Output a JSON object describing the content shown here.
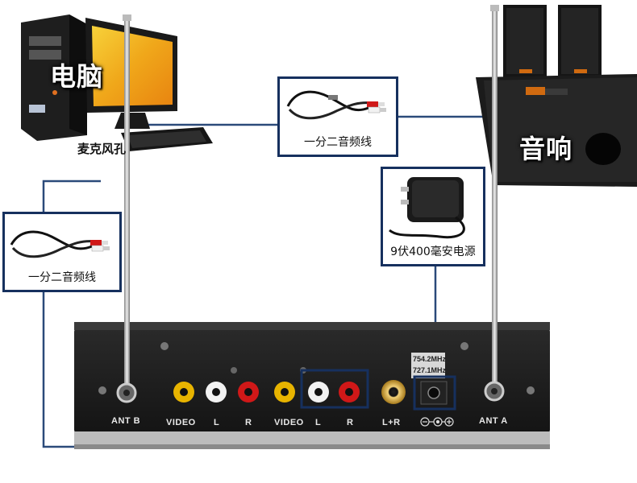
{
  "labels": {
    "computer": "电脑",
    "speaker": "音响",
    "mic_jack": "麦克风孔",
    "cable_top": "一分二音频线",
    "cable_left": "一分二音频线",
    "power_adapter": "9伏400毫安电源"
  },
  "receiver": {
    "ports": [
      "ANT B",
      "VIDEO",
      "L",
      "R",
      "VIDEO",
      "L",
      "R",
      "L+R",
      "ANT A"
    ],
    "freq_sticker": [
      "754.2MHz",
      "727.1MHz"
    ]
  },
  "colors": {
    "callout_border": "#16305e",
    "receiver_body": "#1c1c1c",
    "rca_yellow": "#e8b400",
    "rca_white": "#f2f2f2",
    "rca_red": "#d01818"
  },
  "icons": [
    "computer-tower-icon",
    "monitor-icon",
    "keyboard-icon",
    "speaker-system-icon",
    "audio-cable-icon",
    "power-adapter-icon",
    "antenna-icon",
    "rca-jack-icon",
    "dc-polarity-icon"
  ]
}
